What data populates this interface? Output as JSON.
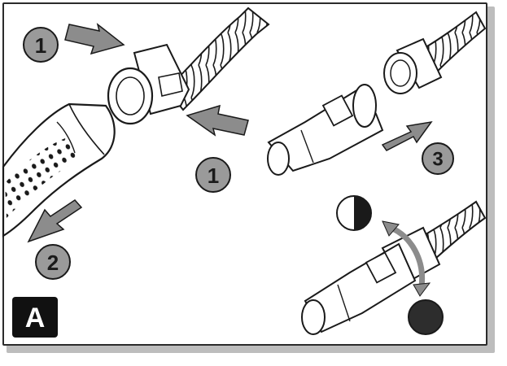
{
  "figure": {
    "label": "A"
  },
  "steps": {
    "attach_left": "1",
    "attach_right": "1",
    "remove": "2",
    "adapter": "3"
  },
  "symbols": {
    "half_filled_circle": "half-filled-circle-icon",
    "filled_circle": "filled-circle-icon"
  },
  "colors": {
    "arrow_fill": "#8c8c8c",
    "badge_fill": "#9a9a9a",
    "outline": "#1a1a1a",
    "label_background": "#111111"
  }
}
